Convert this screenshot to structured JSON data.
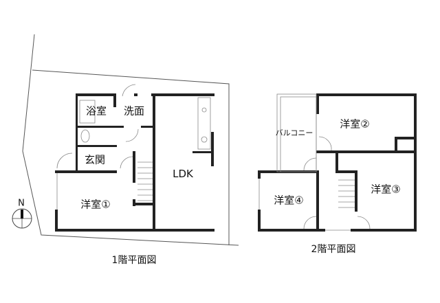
{
  "floor1": {
    "caption": "1階平面図",
    "rooms": {
      "bath": "浴室",
      "washroom": "洗面",
      "entrance": "玄関",
      "ldk": "LDK",
      "room1": "洋室①"
    }
  },
  "floor2": {
    "caption": "2階平面図",
    "rooms": {
      "balcony": "バルコニー",
      "room2": "洋室②",
      "room3": "洋室③",
      "room4": "洋室④"
    }
  },
  "compass": {
    "label": "N",
    "icon": "north-compass-icon"
  }
}
